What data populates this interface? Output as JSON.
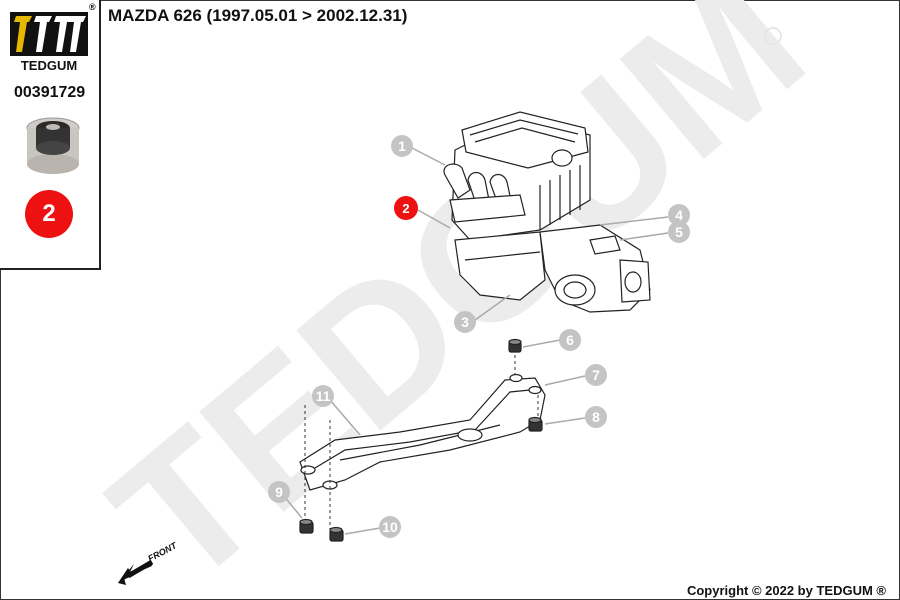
{
  "header": {
    "vehicle": "MAZDA 626 (1997.05.01 > 2002.12.31)"
  },
  "brand": {
    "name": "TEDGUM",
    "registered_mark": "®",
    "watermark": "TEDGUM"
  },
  "product": {
    "part_number": "00391729",
    "position": "2"
  },
  "diagram": {
    "callouts": [
      "1",
      "2",
      "3",
      "4",
      "5",
      "6",
      "7",
      "8",
      "9",
      "10",
      "11"
    ],
    "highlighted_callout": "2",
    "front_label": "FRONT"
  },
  "footer": {
    "copyright": "Copyright © 2022 by TEDGUM ®"
  },
  "colors": {
    "highlight": "#ee1111",
    "callout_gray": "#c4c4c4",
    "watermark": "#ededed"
  }
}
